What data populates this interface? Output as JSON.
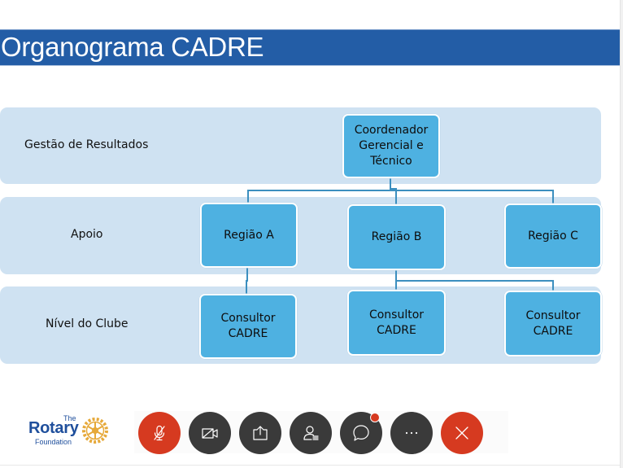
{
  "slide": {
    "title": "Organograma CADRE",
    "colors": {
      "title_bar": "#235da6",
      "band": "#cfe2f2",
      "node": "#4eb1e1",
      "connector": "#3c8fbf"
    },
    "levels": [
      {
        "label": "Gestão de Resultados"
      },
      {
        "label": "Apoio"
      },
      {
        "label": "Nível do Clube"
      }
    ],
    "nodes": {
      "coordinator": "Coordenador\nGerencial e\nTécnico",
      "regions": [
        "Região A",
        "Região B",
        "Região C"
      ],
      "consultants": [
        "Consultor\nCADRE",
        "Consultor\nCADRE",
        "Consultor\nCADRE"
      ]
    },
    "hierarchy": [
      {
        "parent": "Coordenador Gerencial e Técnico",
        "children": [
          "Região A",
          "Região B",
          "Região C"
        ]
      },
      {
        "parent": "Região A",
        "children": [
          "Consultor CADRE (1)"
        ]
      },
      {
        "parent": "Região B",
        "children": [
          "Consultor CADRE (2)",
          "Consultor CADRE (3)"
        ]
      }
    ]
  },
  "branding": {
    "logo_the": "The",
    "logo_rotary": "Rotary",
    "logo_foundation": "Foundation"
  },
  "meeting_controls": {
    "buttons": [
      {
        "name": "mute-microphone",
        "state": "muted",
        "icon": "microphone-off-icon",
        "color": "#d63a20"
      },
      {
        "name": "video",
        "state": "off",
        "icon": "video-off-icon",
        "color": "#3a3a3a"
      },
      {
        "name": "share",
        "icon": "share-screen-icon",
        "color": "#3a3a3a"
      },
      {
        "name": "participants",
        "icon": "participants-icon",
        "color": "#3a3a3a"
      },
      {
        "name": "chat",
        "icon": "chat-icon",
        "color": "#3a3a3a",
        "has_notification": true
      },
      {
        "name": "more-options",
        "icon": "ellipsis-icon",
        "color": "#3a3a3a"
      },
      {
        "name": "leave-meeting",
        "icon": "close-icon",
        "color": "#d63a20"
      }
    ]
  }
}
